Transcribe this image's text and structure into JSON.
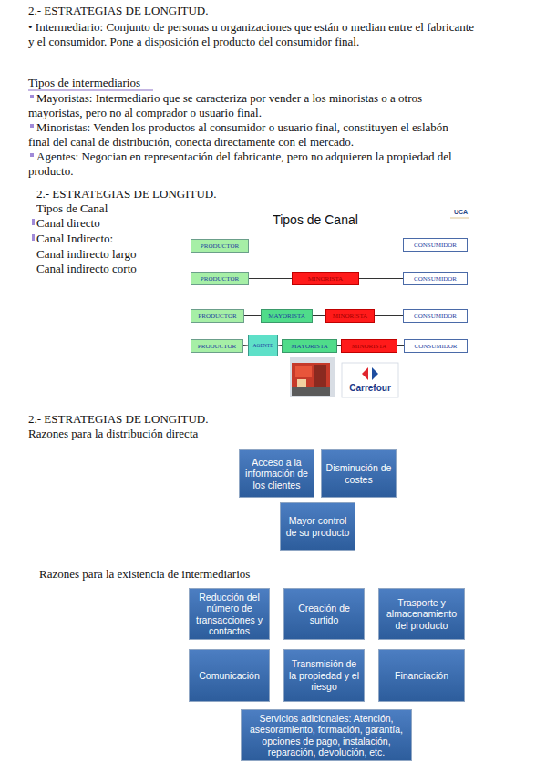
{
  "diagram": {
    "nodes": [
      {
        "text": [
          "PRODUCTOR"
        ]
      },
      {
        "text": [
          "CONSUMIDOR"
        ]
      },
      {
        "text": [
          "PRODUCTOR"
        ]
      },
      {
        "text": [
          "MINORISTA"
        ]
      },
      {
        "text": [
          "CONSUMIDOR"
        ]
      },
      {
        "text": [
          "PRODUCTOR"
        ]
      },
      {
        "text": [
          "MAYORISTA"
        ]
      },
      {
        "text": [
          "MINORISTA"
        ]
      },
      {
        "text": [
          "CONSUMIDOR"
        ]
      },
      {
        "text": [
          "PRODUCTOR"
        ]
      },
      {
        "text": [
          "AGENTE"
        ]
      },
      {
        "text": [
          "MAYORISTA"
        ]
      },
      {
        "text": [
          "MINORISTA"
        ]
      },
      {
        "text": [
          "CONSUMIDOR"
        ]
      },
      {
        "text": [
          "Acceso a la información de los clientes"
        ]
      },
      {
        "text": [
          "Disminución de costes"
        ]
      },
      {
        "text": [
          "Mayor control de su producto"
        ]
      },
      {
        "text": [
          "Reducción del número de transacciones y contactos"
        ]
      },
      {
        "text": [
          "Creación de surtido"
        ]
      },
      {
        "text": [
          "Trasporte y almacenamiento del producto"
        ]
      },
      {
        "text": [
          "Comunicación"
        ]
      },
      {
        "text": [
          "Transmisión de la propiedad y el riesgo"
        ]
      },
      {
        "text": [
          "Financiación"
        ]
      },
      {
        "text": [
          "Servicios adicionales: Atención, asesoramiento, formación, garantía, opciones de pago, instalación, reparación, devolución, etc."
        ]
      }
    ],
    "edges": [
      {
        "from": 2,
        "to": 3,
        "arrow": "none"
      },
      {
        "from": 3,
        "to": 4,
        "arrow": "none"
      },
      {
        "from": 5,
        "to": 6,
        "arrow": "none"
      },
      {
        "from": 6,
        "to": 7,
        "arrow": "none"
      },
      {
        "from": 7,
        "to": 8,
        "arrow": "none"
      },
      {
        "from": 9,
        "to": 10,
        "arrow": "none"
      },
      {
        "from": 10,
        "to": 11,
        "arrow": "none"
      },
      {
        "from": 11,
        "to": 12,
        "arrow": "none"
      },
      {
        "from": 12,
        "to": 13,
        "arrow": "none"
      }
    ],
    "labels": [
      "2.- ESTRATEGIAS DE LONGITUD.",
      "• Intermediario: Conjunto de personas u organizaciones que están o median entre el fabricante y el consumidor. Pone a disposición el producto del consumidor final.",
      "Tipos de intermediarios",
      "Mayoristas: Intermediario que se caracteriza por vender a los minoristas o a otros mayoristas, pero no al comprador o usuario final.",
      "Minoristas: Venden los productos al consumidor o usuario final, constituyen el eslabón final del canal de distribución, conecta directamente con el mercado.",
      "Agentes: Negocian en representación del fabricante, pero no adquieren la propiedad del producto.",
      "2.- ESTRATEGIAS DE LONGITUD.",
      "Tipos de Canal",
      "Canal directo",
      "Canal Indirecto:",
      "Canal indirecto largo",
      "Canal indirecto corto",
      "Tipos de Canal",
      "UCA",
      "Carrefour",
      "2.- ESTRATEGIAS DE LONGITUD.",
      "Razones para la distribución directa",
      "Razones para la existencia de intermediarios"
    ]
  }
}
